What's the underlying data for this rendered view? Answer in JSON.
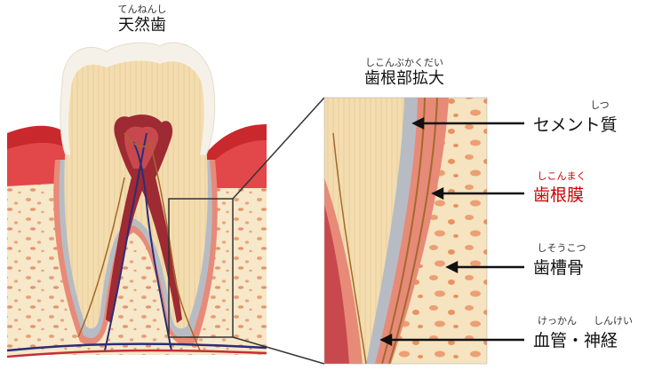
{
  "left_title": {
    "ruby": "てんねんし",
    "text": "天然歯"
  },
  "right_title": {
    "ruby": "しこんぶかくだい",
    "text": "歯根部拡大"
  },
  "labels": [
    {
      "ruby": "しつ",
      "text": "セメント質",
      "color": "#111111"
    },
    {
      "ruby": "しこんまく",
      "text": "歯根膜",
      "color": "#cc0000"
    },
    {
      "ruby": "しそうこつ",
      "text": "歯槽骨",
      "color": "#111111"
    },
    {
      "ruby_a": "けっかん",
      "ruby_b": "しんけい",
      "text": "血管・神経",
      "color": "#111111"
    }
  ],
  "colors": {
    "enamel": "#f4efe6",
    "dentin": "#f1dcae",
    "pulp": "#9e2a33",
    "gum": "#c9292d",
    "bone": "#f6e8c8",
    "bone_pore": "#e8a07a",
    "ligament": "#e88a78",
    "cementum": "#b7bcc4",
    "nerve": "#2b2d7a"
  }
}
